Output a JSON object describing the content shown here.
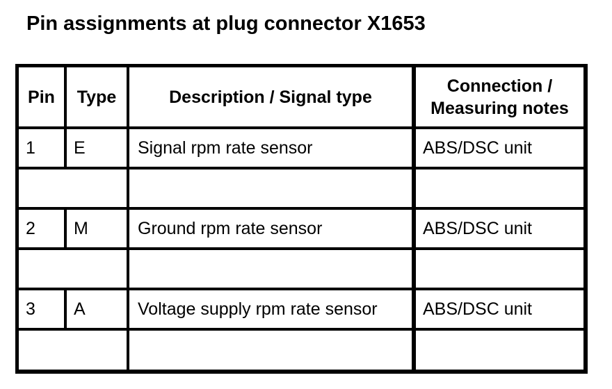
{
  "document": {
    "title": "Pin assignments at plug connector X1653"
  },
  "table": {
    "headers": {
      "pin": "Pin",
      "type": "Type",
      "description": "Description / Signal type",
      "connection": "Connection / Measuring notes"
    },
    "rows": [
      {
        "pin": "1",
        "type": "E",
        "description": "Signal rpm rate sensor",
        "connection": "ABS/DSC unit"
      },
      {
        "pin": "2",
        "type": "M",
        "description": "Ground rpm rate sensor",
        "connection": "ABS/DSC unit"
      },
      {
        "pin": "3",
        "type": "A",
        "description": "Voltage supply rpm rate sensor",
        "connection": "ABS/DSC unit"
      }
    ]
  },
  "colors": {
    "border": "#000000",
    "background": "#ffffff",
    "text": "#000000"
  }
}
